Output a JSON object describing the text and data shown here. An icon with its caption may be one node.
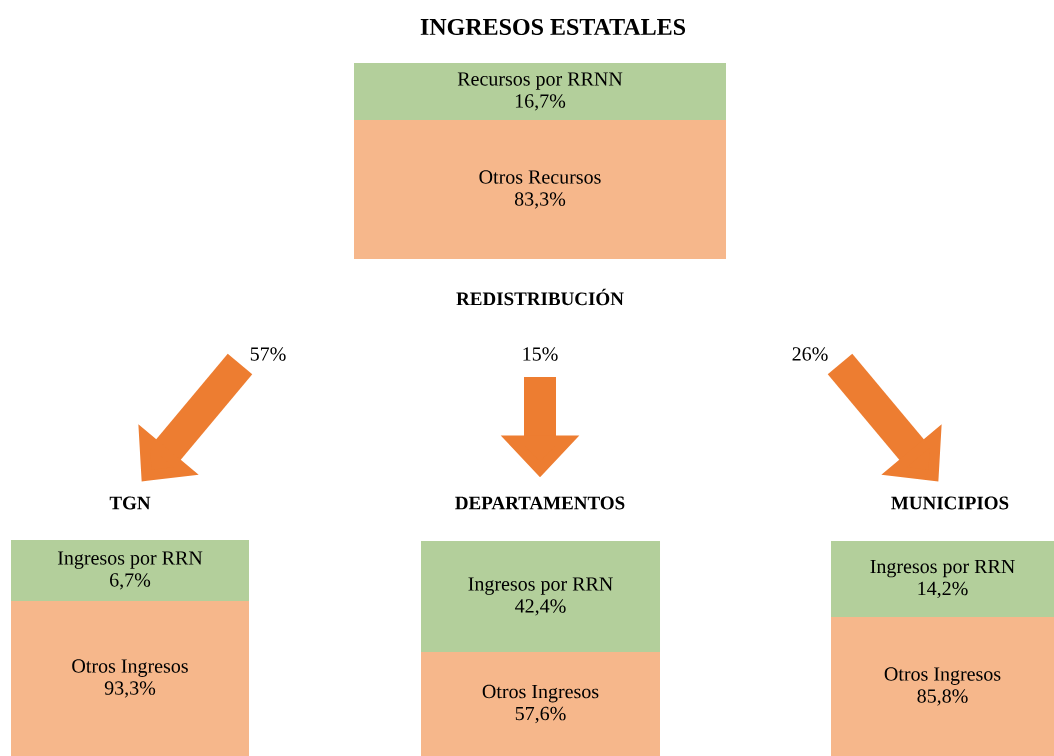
{
  "diagram": {
    "title": "INGRESOS ESTATALES",
    "nodes": [
      {
        "text": [
          "Recursos por RRNN",
          "16,7%"
        ]
      },
      {
        "text": [
          "Otros Recursos",
          "83,3%"
        ]
      },
      {
        "text": [
          "TGN"
        ]
      },
      {
        "text": [
          "Ingresos por RRN",
          "6,7%"
        ]
      },
      {
        "text": [
          "Otros Ingresos",
          "93,3%"
        ]
      },
      {
        "text": [
          "DEPARTAMENTOS"
        ]
      },
      {
        "text": [
          "Ingresos por RRN",
          "42,4%"
        ]
      },
      {
        "text": [
          "Otros Ingresos",
          "57,6%"
        ]
      },
      {
        "text": [
          "MUNICIPIOS"
        ]
      },
      {
        "text": [
          "Ingresos por RRN",
          "14,2%"
        ]
      },
      {
        "text": [
          "Otros Ingresos",
          "85,8%"
        ]
      }
    ],
    "edges": [
      {
        "from": null,
        "to": 2,
        "arrow": "to",
        "label": "57%"
      },
      {
        "from": null,
        "to": 5,
        "arrow": "to",
        "label": "15%"
      },
      {
        "from": null,
        "to": 8,
        "arrow": "to",
        "label": "26%"
      }
    ],
    "labels": [
      "REDISTRIBUCIÓN"
    ]
  }
}
